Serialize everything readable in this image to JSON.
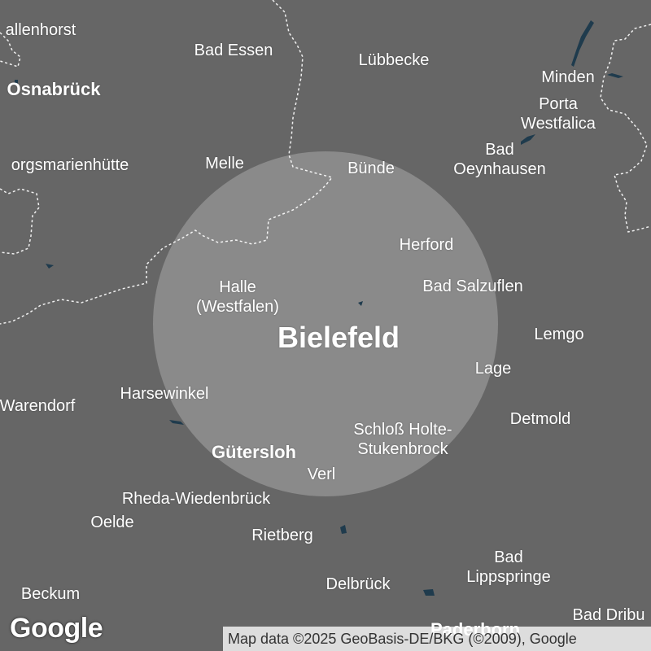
{
  "map": {
    "center_city": "Bielefeld",
    "colors": {
      "land": "#666666",
      "radius_circle": "#8a8a8a",
      "water": "#1f3b4d",
      "labels": "#ffffff",
      "borders": "#ffffff"
    },
    "cities": [
      {
        "name": "allenhorst"
      },
      {
        "name": "Bad Essen"
      },
      {
        "name": "Lübbecke"
      },
      {
        "name": "Minden"
      },
      {
        "name": "Osnabrück"
      },
      {
        "name": "Porta Westfalica"
      },
      {
        "name": "Bad Oeynhausen"
      },
      {
        "name": "orgsmarienhütte"
      },
      {
        "name": "Melle"
      },
      {
        "name": "Bünde"
      },
      {
        "name": "Herford"
      },
      {
        "name": "Halle (Westfalen)"
      },
      {
        "name": "Bad Salzuflen"
      },
      {
        "name": "Bielefeld"
      },
      {
        "name": "Lemgo"
      },
      {
        "name": "Lage"
      },
      {
        "name": "Harsewinkel"
      },
      {
        "name": "Warendorf"
      },
      {
        "name": "Detmold"
      },
      {
        "name": "Schloß Holte-Stukenbrock"
      },
      {
        "name": "Gütersloh"
      },
      {
        "name": "Verl"
      },
      {
        "name": "Rheda-Wiedenbrück"
      },
      {
        "name": "Oelde"
      },
      {
        "name": "Rietberg"
      },
      {
        "name": "Bad Lippspringe"
      },
      {
        "name": "Beckum"
      },
      {
        "name": "Delbrück"
      },
      {
        "name": "Bad Dribu"
      },
      {
        "name": "Paderborn"
      }
    ]
  },
  "logo": "Google",
  "attribution": "Map data ©2025 GeoBasis-DE/BKG (©2009), Google"
}
